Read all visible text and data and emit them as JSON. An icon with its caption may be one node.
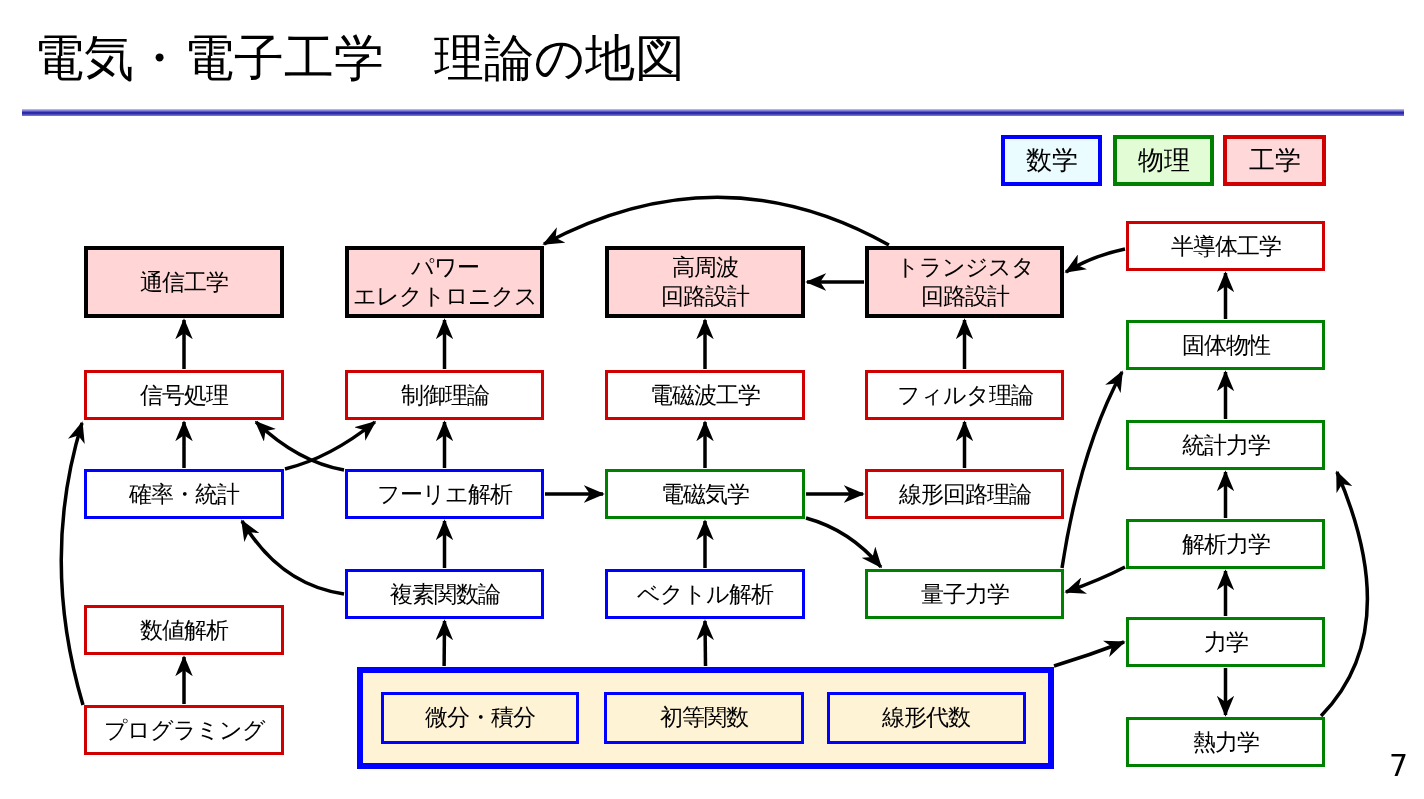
{
  "diagram": {
    "title": "電気・電子工学　理論の地図",
    "nodes": [
      {
        "text": [
          "通信工学"
        ]
      },
      {
        "text": [
          "パワーエレクトロニクス"
        ]
      },
      {
        "text": [
          "高周波回路設計"
        ]
      },
      {
        "text": [
          "トランジスタ回路設計"
        ]
      },
      {
        "text": [
          "半導体工学"
        ]
      },
      {
        "text": [
          "信号処理"
        ]
      },
      {
        "text": [
          "制御理論"
        ]
      },
      {
        "text": [
          "電磁波工学"
        ]
      },
      {
        "text": [
          "フィルタ理論"
        ]
      },
      {
        "text": [
          "固体物性"
        ]
      },
      {
        "text": [
          "統計力学"
        ]
      },
      {
        "text": [
          "確率・統計"
        ]
      },
      {
        "text": [
          "フーリエ解析"
        ]
      },
      {
        "text": [
          "電磁気学"
        ]
      },
      {
        "text": [
          "線形回路理論"
        ]
      },
      {
        "text": [
          "解析力学"
        ]
      },
      {
        "text": [
          "複素関数論"
        ]
      },
      {
        "text": [
          "ベクトル解析"
        ]
      },
      {
        "text": [
          "量子力学"
        ]
      },
      {
        "text": [
          "数値解析"
        ]
      },
      {
        "text": [
          "力学"
        ]
      },
      {
        "text": [],
        "shape": "box"
      },
      {
        "text": [
          "微分・積分"
        ],
        "in": 21
      },
      {
        "text": [
          "初等関数"
        ],
        "in": 21
      },
      {
        "text": [
          "線形代数"
        ],
        "in": 21
      },
      {
        "text": [
          "プログラミング"
        ]
      },
      {
        "text": [
          "熱力学"
        ]
      }
    ],
    "edges": [
      {
        "from": 5,
        "to": 0,
        "arrow": "to"
      },
      {
        "from": 6,
        "to": 1,
        "arrow": "to"
      },
      {
        "from": 7,
        "to": 2,
        "arrow": "to"
      },
      {
        "from": 8,
        "to": 3,
        "arrow": "to"
      },
      {
        "from": 3,
        "to": 2,
        "arrow": "to"
      },
      {
        "from": 3,
        "to": 1,
        "arrow": "to"
      },
      {
        "from": 4,
        "to": 3,
        "arrow": "to"
      },
      {
        "from": 9,
        "to": 4,
        "arrow": "to"
      },
      {
        "from": 10,
        "to": 9,
        "arrow": "to"
      },
      {
        "from": 15,
        "to": 10,
        "arrow": "to"
      },
      {
        "from": 20,
        "to": 15,
        "arrow": "to"
      },
      {
        "from": 20,
        "to": 26,
        "arrow": "to"
      },
      {
        "from": 26,
        "to": 10,
        "arrow": "to"
      },
      {
        "from": 15,
        "to": 18,
        "arrow": "to"
      },
      {
        "from": 18,
        "to": 9,
        "arrow": "to"
      },
      {
        "from": 11,
        "to": 5,
        "arrow": "to"
      },
      {
        "from": 11,
        "to": 6,
        "arrow": "to"
      },
      {
        "from": 12,
        "to": 5,
        "arrow": "to"
      },
      {
        "from": 12,
        "to": 6,
        "arrow": "to"
      },
      {
        "from": 12,
        "to": 13,
        "arrow": "to"
      },
      {
        "from": 13,
        "to": 7,
        "arrow": "to"
      },
      {
        "from": 13,
        "to": 14,
        "arrow": "to"
      },
      {
        "from": 13,
        "to": 18,
        "arrow": "to"
      },
      {
        "from": 14,
        "to": 8,
        "arrow": "to"
      },
      {
        "from": 16,
        "to": 12,
        "arrow": "to"
      },
      {
        "from": 16,
        "to": 11,
        "arrow": "to"
      },
      {
        "from": 17,
        "to": 13,
        "arrow": "to"
      },
      {
        "from": 21,
        "to": 16,
        "arrow": "to"
      },
      {
        "from": 21,
        "to": 17,
        "arrow": "to"
      },
      {
        "from": 21,
        "to": 20,
        "arrow": "to"
      },
      {
        "from": 25,
        "to": 19,
        "arrow": "to"
      },
      {
        "from": 25,
        "to": 5,
        "arrow": "to"
      }
    ],
    "labels": [
      "7"
    ],
    "legend": [
      {
        "text": "数学",
        "color": "#eafcff"
      },
      {
        "text": "物理",
        "color": "#e2fcd6"
      },
      {
        "text": "工学",
        "color": "#ffd9d9"
      }
    ]
  }
}
